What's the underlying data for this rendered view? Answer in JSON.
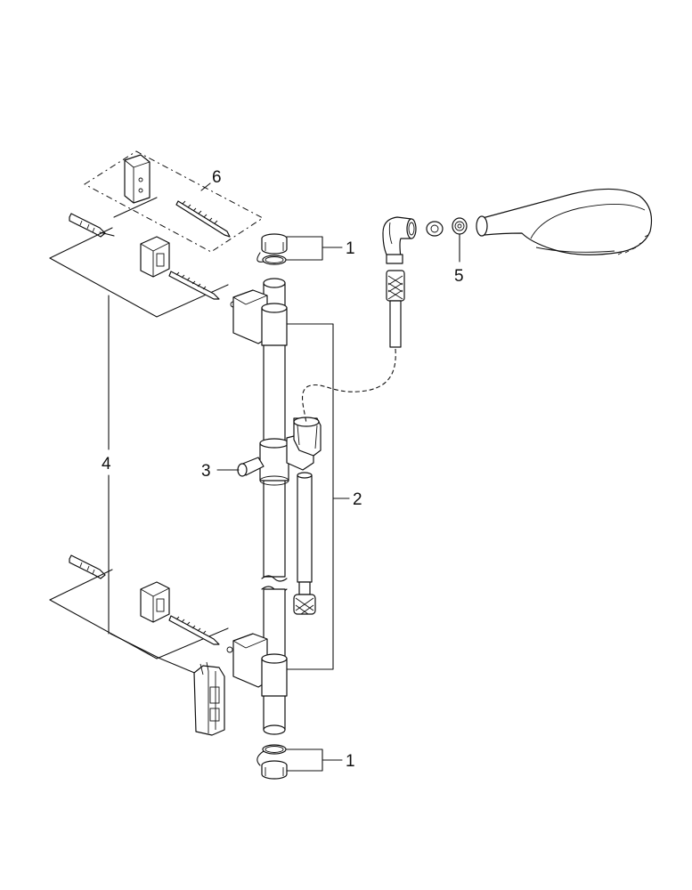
{
  "callouts": {
    "c1_top": "1",
    "c1_bottom": "1",
    "c2": "2",
    "c3": "3",
    "c4": "4",
    "c5": "5",
    "c6": "6"
  }
}
